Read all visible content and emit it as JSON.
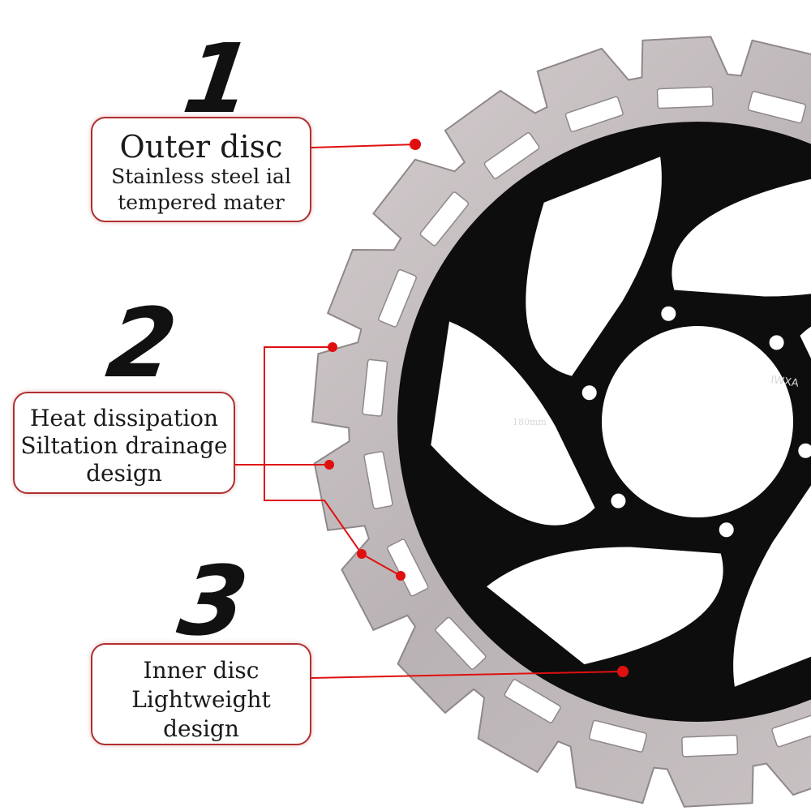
{
  "colors": {
    "accent": "#e01010",
    "rotor_steel": "#c2bbbc",
    "carrier": "#0d0d0d"
  },
  "labels": [
    {
      "number": "1",
      "title": "Outer disc",
      "lines": [
        "Stainless steel ial",
        "tempered mater"
      ]
    },
    {
      "number": "2",
      "lines": [
        "Heat dissipation",
        "Siltation drainage",
        "design"
      ]
    },
    {
      "number": "3",
      "lines": [
        "Inner disc",
        "Lightweight",
        "design"
      ]
    }
  ],
  "rotor": {
    "size_text": "180mm",
    "brand_text": "IWXA"
  }
}
